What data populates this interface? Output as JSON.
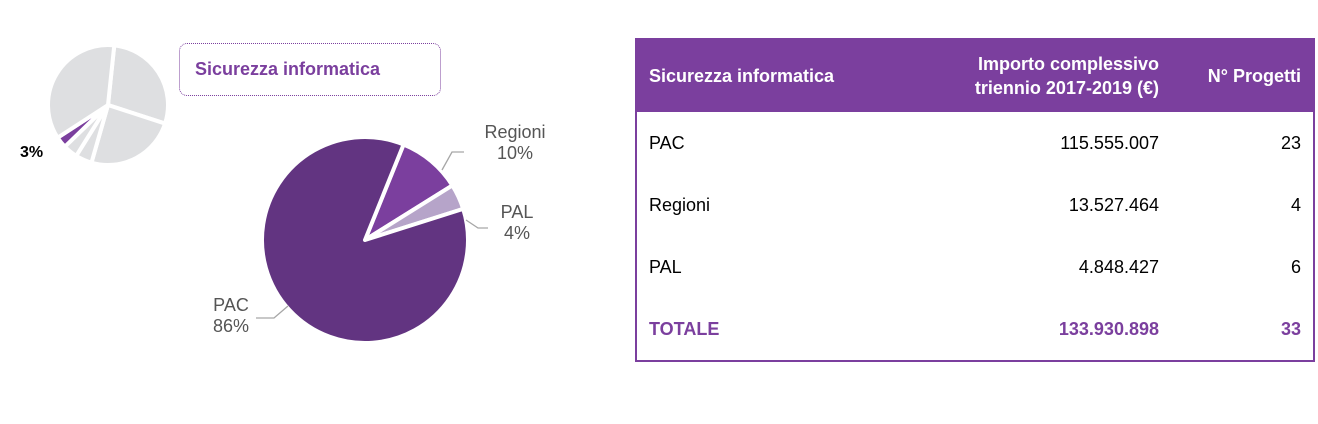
{
  "title": "Sicurezza informatica",
  "mini_pie_label": "3%",
  "colors": {
    "accent": "#7b3f9e",
    "pac": "#623481",
    "regioni": "#7b3f9e",
    "pal": "#b6a4c9",
    "mini_grey": "#dedfe1"
  },
  "chart_data": {
    "type": "pie",
    "slices": [
      {
        "label": "PAC",
        "percent": "86%",
        "value": 86
      },
      {
        "label": "Regioni",
        "percent": "10%",
        "value": 10
      },
      {
        "label": "PAL",
        "percent": "4%",
        "value": 4
      }
    ]
  },
  "table": {
    "headers": [
      "Sicurezza informatica",
      "Importo complessivo",
      "triennio 2017-2019 (€)",
      "N° Progetti"
    ],
    "rows": [
      {
        "name": "PAC",
        "amount": "115.555.007",
        "projects": "23"
      },
      {
        "name": "Regioni",
        "amount": "13.527.464",
        "projects": "4"
      },
      {
        "name": "PAL",
        "amount": "4.848.427",
        "projects": "6"
      }
    ],
    "total": {
      "name": "TOTALE",
      "amount": "133.930.898",
      "projects": "33"
    }
  }
}
